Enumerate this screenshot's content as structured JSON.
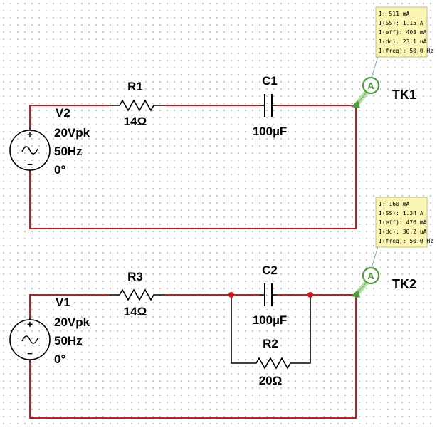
{
  "circuit1": {
    "source": {
      "name": "V2",
      "amplitude": "20Vpk",
      "freq": "50Hz",
      "phase": "0°"
    },
    "resistor": {
      "name": "R1",
      "value": "14Ω"
    },
    "capacitor": {
      "name": "C1",
      "value": "100µF"
    },
    "probe": {
      "name": "TK1",
      "symbol": "A",
      "readings": [
        "I: 511 mA",
        "I(SS): 1.15 A",
        "I(eff): 408 mA",
        "I(dc): 23.1 uA",
        "I(freq): 50.0 Hz"
      ]
    }
  },
  "circuit2": {
    "source": {
      "name": "V1",
      "amplitude": "20Vpk",
      "freq": "50Hz",
      "phase": "0°"
    },
    "resistor_series": {
      "name": "R3",
      "value": "14Ω"
    },
    "capacitor": {
      "name": "C2",
      "value": "100µF"
    },
    "resistor_parallel": {
      "name": "R2",
      "value": "20Ω"
    },
    "probe": {
      "name": "TK2",
      "symbol": "A",
      "readings": [
        "I: 160 mA",
        "I(SS): 1.34 A",
        "I(eff): 476 mA",
        "I(dc): 30.2 uA",
        "I(freq): 50.0 Hz"
      ]
    }
  },
  "source_symbol": {
    "plus": "+",
    "minus": "−",
    "wave": "~"
  },
  "colors": {
    "wire": "#d0181c",
    "component": "#000000",
    "probe_fill": "#b6e0a8",
    "probe_stroke": "#4d9b3a",
    "tooltip_bg": "#fbf5b3",
    "tooltip_border": "#c7c07a"
  }
}
